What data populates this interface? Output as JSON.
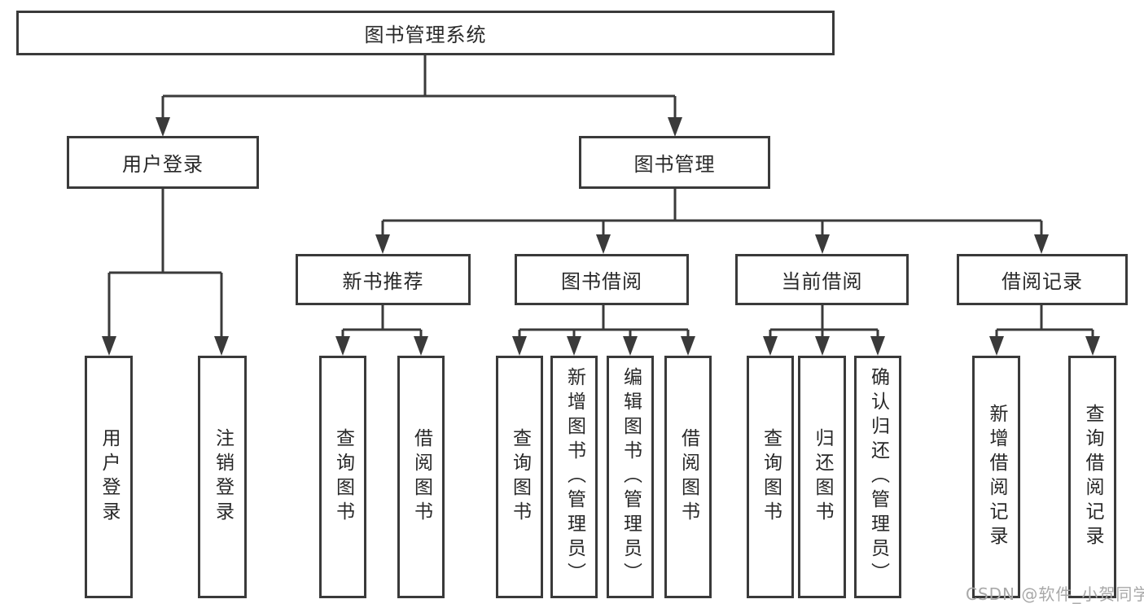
{
  "diagram": {
    "root": {
      "label": "图书管理系统"
    },
    "level2": [
      {
        "label": "用户登录"
      },
      {
        "label": "图书管理"
      }
    ],
    "level3": [
      {
        "label": "新书推荐"
      },
      {
        "label": "图书借阅"
      },
      {
        "label": "当前借阅"
      },
      {
        "label": "借阅记录"
      }
    ],
    "leaves": [
      {
        "label": "用户登录"
      },
      {
        "label": "注销登录"
      },
      {
        "label": "查询图书"
      },
      {
        "label": "借阅图书"
      },
      {
        "label": "查询图书"
      },
      {
        "label": "新增图书（管理员）"
      },
      {
        "label": "编辑图书（管理员）"
      },
      {
        "label": "借阅图书"
      },
      {
        "label": "查询图书"
      },
      {
        "label": "归还图书"
      },
      {
        "label": "确认归还（管理员）"
      },
      {
        "label": "新增借阅记录"
      },
      {
        "label": "查询借阅记录"
      }
    ]
  },
  "watermark": {
    "text": "CSDN @软件_小贺同学"
  },
  "colors": {
    "line": "#3a3a3a",
    "text": "#282828",
    "watermark": "#a8a8a8",
    "background": "#ffffff"
  }
}
